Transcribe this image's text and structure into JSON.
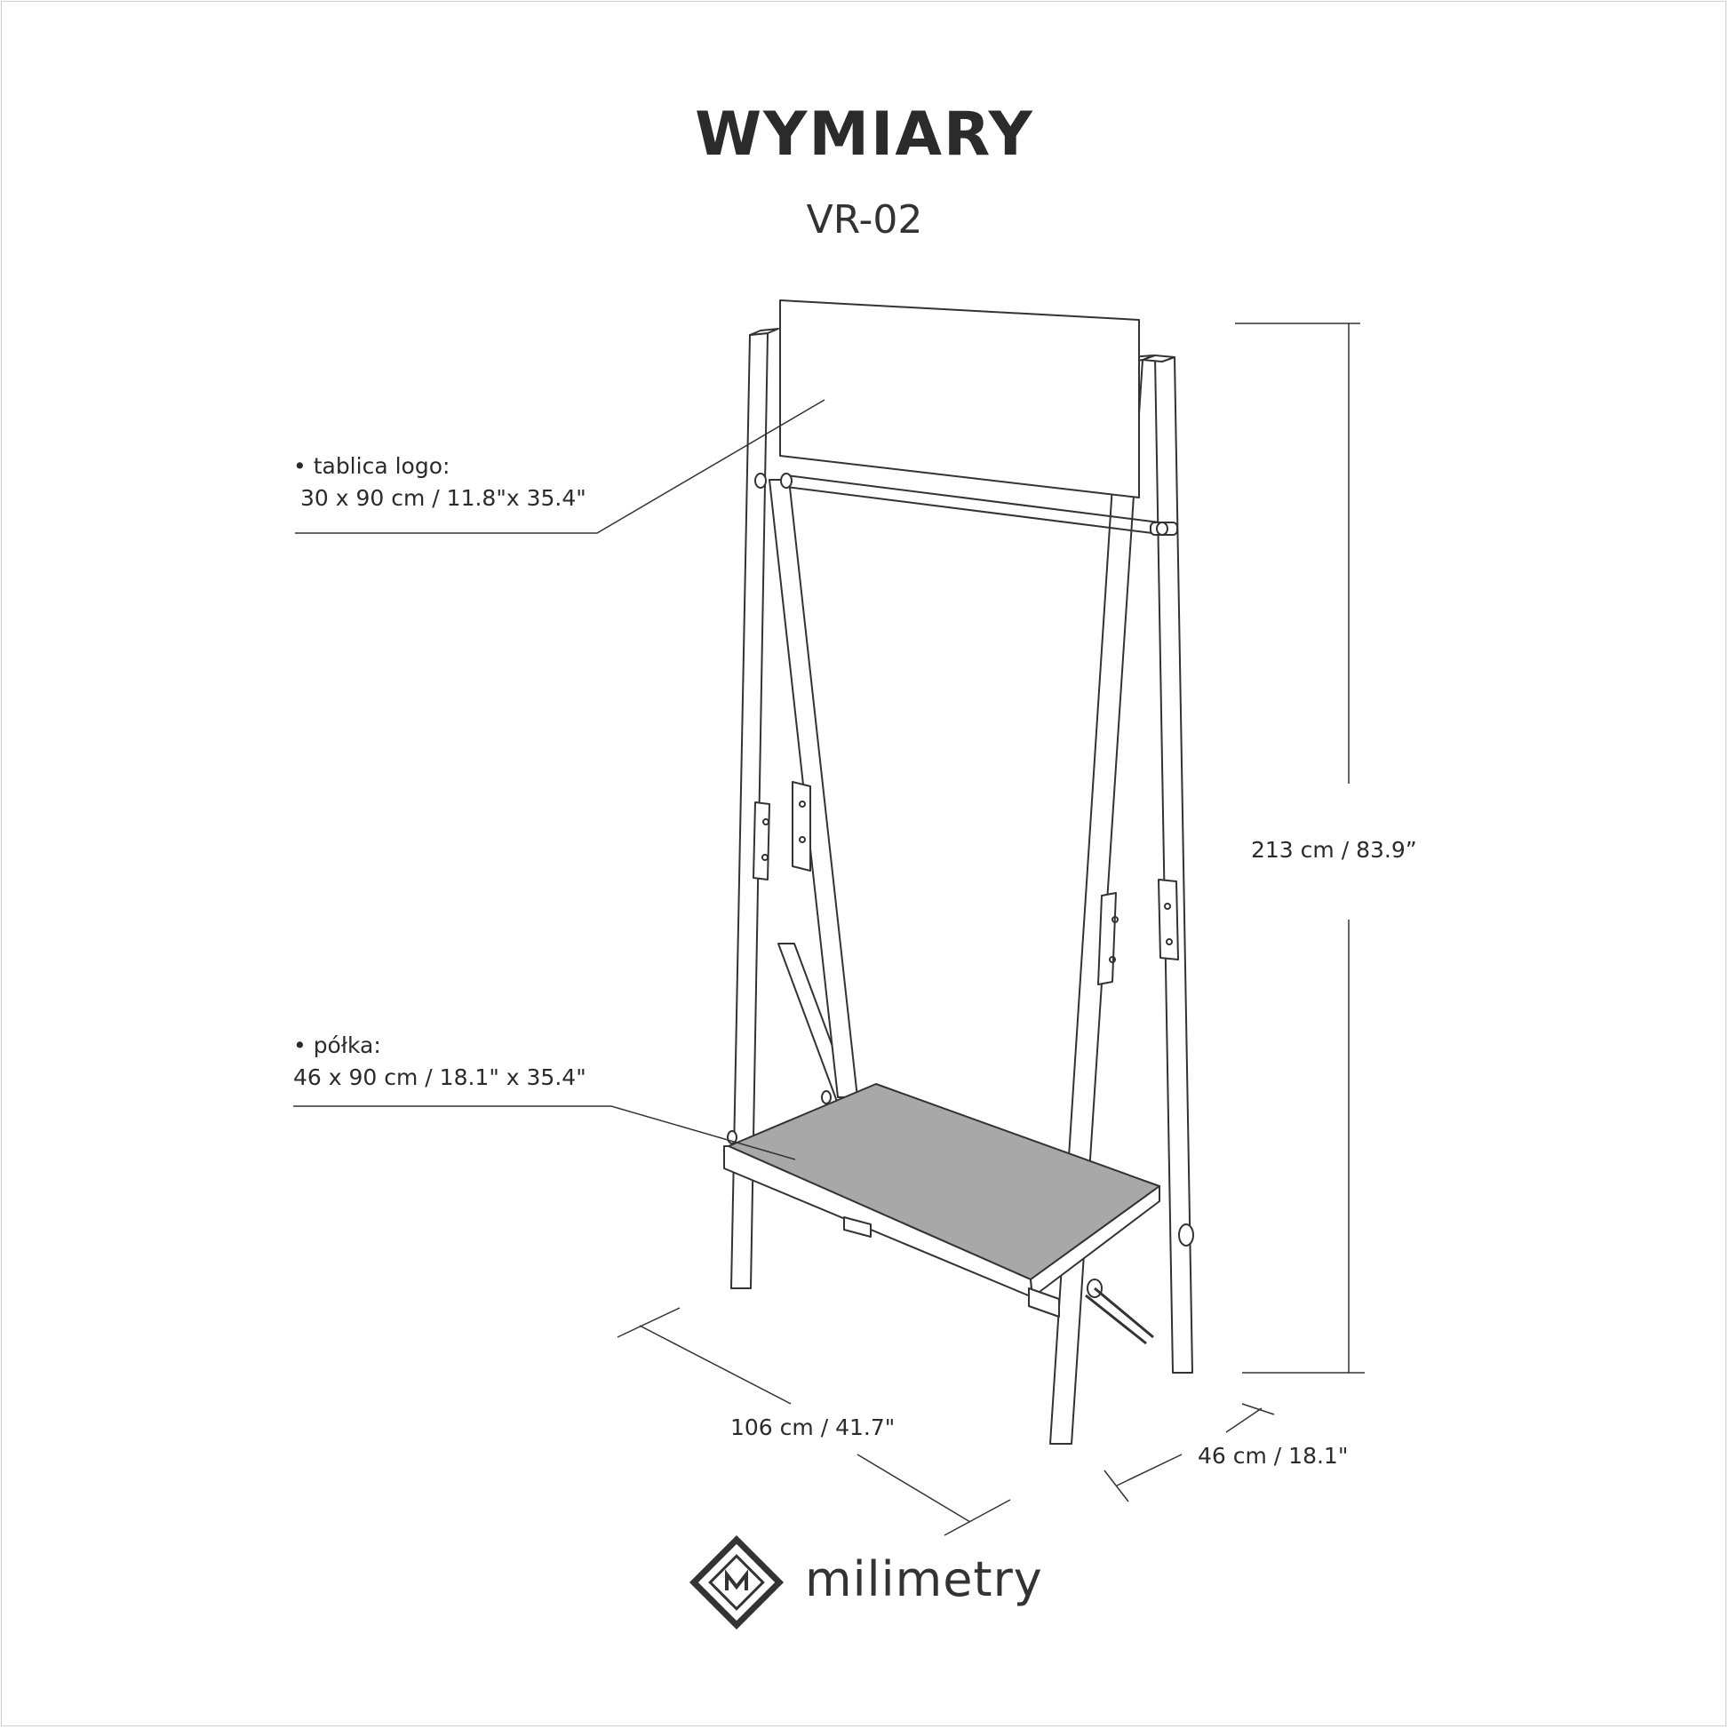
{
  "title": "WYMIARY",
  "model": "VR-02",
  "annotations": {
    "sign_board": {
      "label": "• tablica logo:",
      "size": "30 x 90 cm / 11.8\"x 35.4\""
    },
    "shelf": {
      "label": "• półka:",
      "size": "46 x 90 cm / 18.1\" x 35.4\""
    }
  },
  "dimensions": {
    "height": "213 cm / 83.9”",
    "width": "106 cm / 41.7\"",
    "depth": "46 cm / 18.1\""
  },
  "brand": {
    "name": "milimetry",
    "icon": "diamond-m-logo-icon"
  },
  "colors": {
    "line": "#333333",
    "shelf": "#a8a8a8",
    "frame": "#cfcfcf",
    "text": "#2b2b2b"
  }
}
